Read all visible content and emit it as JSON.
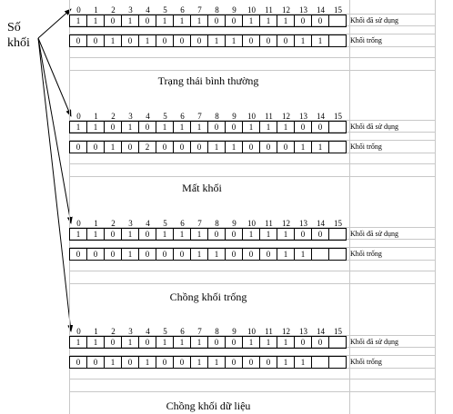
{
  "label_line1": "Số",
  "label_line2": "khối",
  "row_labels": {
    "used": "Khối đã sử dụng",
    "free": "Khối trống"
  },
  "indices": [
    "0",
    "1",
    "2",
    "3",
    "4",
    "5",
    "6",
    "7",
    "8",
    "9",
    "10",
    "11",
    "12",
    "13",
    "14",
    "15"
  ],
  "scenarios": [
    {
      "caption": "Trạng thái bình thường",
      "used": [
        "1",
        "1",
        "0",
        "1",
        "0",
        "1",
        "1",
        "1",
        "0",
        "0",
        "1",
        "1",
        "1",
        "0",
        "0"
      ],
      "free": [
        "0",
        "0",
        "1",
        "0",
        "1",
        "0",
        "0",
        "0",
        "1",
        "1",
        "0",
        "0",
        "0",
        "1",
        "1"
      ]
    },
    {
      "caption": "Mất khối",
      "used": [
        "1",
        "1",
        "0",
        "1",
        "0",
        "1",
        "1",
        "1",
        "0",
        "0",
        "1",
        "1",
        "1",
        "0",
        "0"
      ],
      "free": [
        "0",
        "0",
        "1",
        "0",
        "2",
        "0",
        "0",
        "0",
        "1",
        "1",
        "0",
        "0",
        "0",
        "1",
        "1"
      ]
    },
    {
      "caption": "Chồng khối trống",
      "used": [
        "1",
        "1",
        "0",
        "1",
        "0",
        "1",
        "1",
        "1",
        "0",
        "0",
        "1",
        "1",
        "1",
        "0",
        "0"
      ],
      "free": [
        "0",
        "0",
        "0",
        "1",
        "0",
        "0",
        "0",
        "1",
        "1",
        "0",
        "0",
        "0",
        "1",
        "1"
      ]
    },
    {
      "caption": "Chồng khối dữ liệu",
      "used": [
        "1",
        "1",
        "0",
        "1",
        "0",
        "1",
        "1",
        "1",
        "0",
        "0",
        "1",
        "1",
        "1",
        "0",
        "0"
      ],
      "free": [
        "0",
        "0",
        "1",
        "0",
        "1",
        "0",
        "0",
        "1",
        "1",
        "0",
        "0",
        "0",
        "1",
        "1"
      ]
    }
  ]
}
